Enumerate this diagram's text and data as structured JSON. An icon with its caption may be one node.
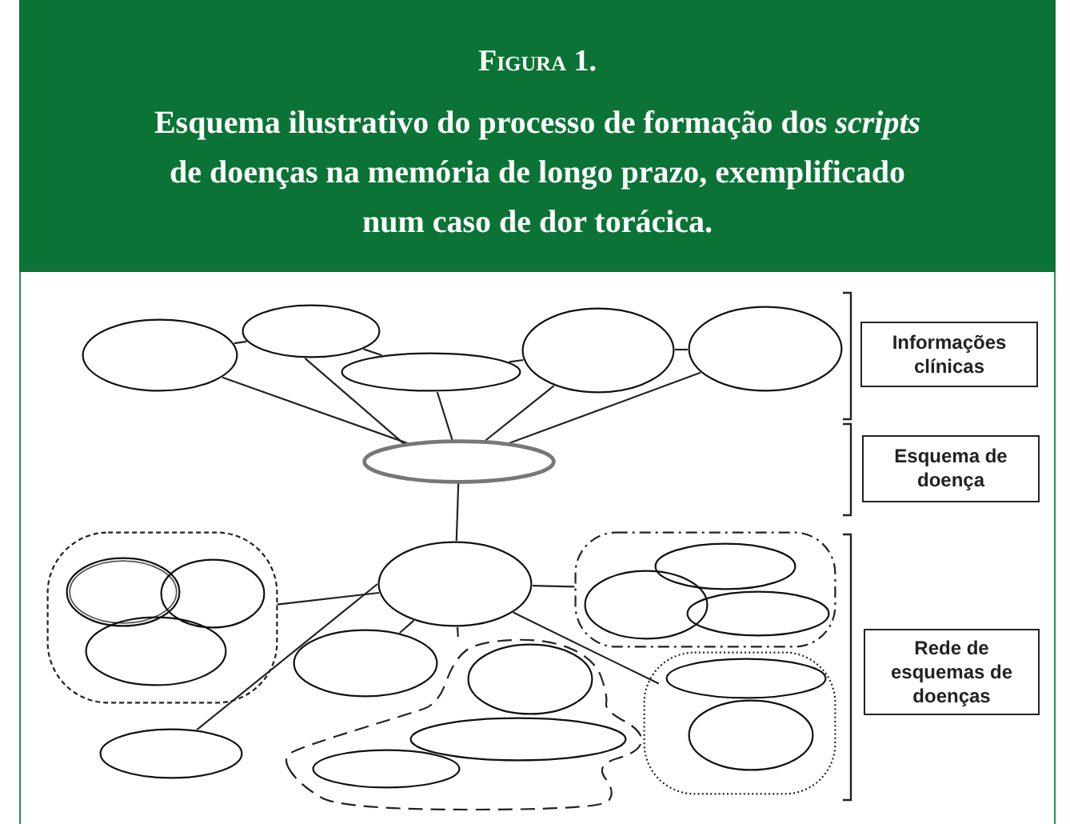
{
  "diagram": {
    "title": "Figura 1.",
    "caption": "Esquema ilustrativo do processo de formação dos *scripts* de doenças na memória de longo prazo, exemplificado num caso de dor torácica.",
    "nodes": [
      {
        "text": [],
        "shape": "ellipse"
      },
      {
        "text": [],
        "shape": "ellipse"
      },
      {
        "text": [],
        "shape": "ellipse"
      },
      {
        "text": [],
        "shape": "ellipse"
      },
      {
        "text": [],
        "shape": "ellipse"
      },
      {
        "text": [],
        "shape": "ellipse"
      },
      {
        "text": [],
        "shape": "ellipse"
      },
      {
        "text": [],
        "shape": "blob"
      },
      {
        "text": [],
        "shape": "ellipse",
        "in": 7
      },
      {
        "text": [],
        "shape": "ellipse",
        "in": 7
      },
      {
        "text": [],
        "shape": "ellipse",
        "in": 7
      },
      {
        "text": [],
        "shape": "blob"
      },
      {
        "text": [],
        "shape": "ellipse",
        "in": 11
      },
      {
        "text": [],
        "shape": "ellipse",
        "in": 11
      },
      {
        "text": [],
        "shape": "ellipse",
        "in": 11
      },
      {
        "text": [],
        "shape": "ellipse"
      },
      {
        "text": [],
        "shape": "blob"
      },
      {
        "text": [],
        "shape": "ellipse",
        "in": 16
      },
      {
        "text": [],
        "shape": "ellipse",
        "in": 16
      },
      {
        "text": [],
        "shape": "ellipse",
        "in": 16
      },
      {
        "text": [],
        "shape": "blob"
      },
      {
        "text": [],
        "shape": "ellipse",
        "in": 20
      },
      {
        "text": [],
        "shape": "ellipse",
        "in": 20
      },
      {
        "text": [],
        "shape": "ellipse"
      },
      {
        "text": [
          "Informações clínicas"
        ]
      },
      {
        "text": [
          "Esquema de doença"
        ]
      },
      {
        "text": [
          "Rede de esquemas de doenças"
        ]
      }
    ],
    "edges": [
      {
        "from": 0,
        "to": 1,
        "arrow": "none"
      },
      {
        "from": 1,
        "to": 2,
        "arrow": "none"
      },
      {
        "from": 2,
        "to": 3,
        "arrow": "none"
      },
      {
        "from": 3,
        "to": 4,
        "arrow": "none"
      },
      {
        "from": 0,
        "to": 5,
        "arrow": "none"
      },
      {
        "from": 1,
        "to": 5,
        "arrow": "none"
      },
      {
        "from": 2,
        "to": 5,
        "arrow": "none"
      },
      {
        "from": 3,
        "to": 5,
        "arrow": "none"
      },
      {
        "from": 4,
        "to": 5,
        "arrow": "none"
      },
      {
        "from": 5,
        "to": 6,
        "arrow": "none"
      },
      {
        "from": 6,
        "to": 7,
        "arrow": "none"
      },
      {
        "from": 6,
        "to": 11,
        "arrow": "none"
      },
      {
        "from": 6,
        "to": 23,
        "arrow": "none"
      },
      {
        "from": 6,
        "to": 15,
        "arrow": "none"
      },
      {
        "from": 6,
        "to": 16,
        "arrow": "none"
      },
      {
        "from": 6,
        "to": 20,
        "arrow": "none"
      }
    ]
  }
}
